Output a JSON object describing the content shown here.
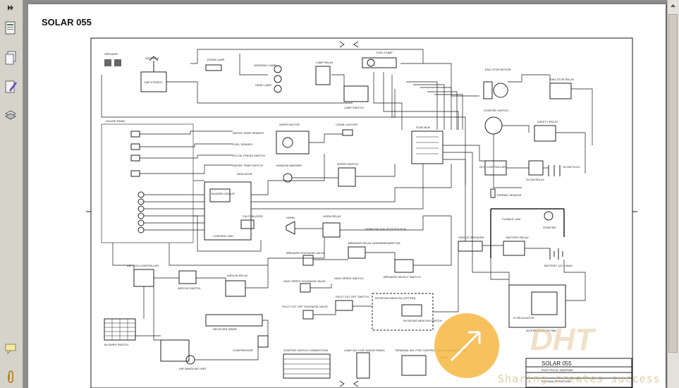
{
  "sidebar": {
    "items": [
      {
        "icon": "expand-arrows-icon"
      },
      {
        "icon": "pages-icon"
      },
      {
        "icon": "copy-icon"
      },
      {
        "icon": "signature-pen-icon"
      },
      {
        "icon": "layers-icon"
      },
      {
        "icon": "comment-icon"
      },
      {
        "icon": "attachment-icon"
      }
    ]
  },
  "document": {
    "title": "SOLAR 055"
  },
  "diagram": {
    "labels": {
      "speaker": "SPEAKER",
      "antenna": "ANTENNA",
      "car_stereo": "CAR STEREO",
      "room_lamp": "ROOM LAMP",
      "working_lamp": "WORKING LAMP",
      "head_lamp": "HEAD LAMP",
      "lamp_relay": "LAMP RELAY",
      "fuel_pump": "FUEL PUMP",
      "lamp_switch": "LAMP SWITCH",
      "eng_stop_motor": "ENG STOP MOTOR",
      "eng_stop_relay": "ENG STOP RELAY",
      "starter_switch": "STARTER SWITCH",
      "gauge_panel": "GAUGE PANEL",
      "wiper_motor": "WIPER MOTOR",
      "cigar_lighter": "CIGAR LIGHTER",
      "fuse_box": "FUSE BOX",
      "safety_relay": "SAFETY RELAY",
      "water_temp_sender": "WATER TEMP SENDER",
      "fuel_sender": "FUEL SENDER",
      "eo_press_switch": "E/O OIL PRESS SWITCH",
      "water_temp_switch": "WATER TEMP SWITCH",
      "indicator": "INDICATOR",
      "window_washer": "WINDOW WASHER",
      "wiper_switch": "WIPER SWITCH",
      "gcs_controller": "GCS CONTROLLER",
      "glow_plug": "GLOW PLUG",
      "glow_relay": "GLOW RELAY",
      "thermo_sensor": "THERMO SENSOR",
      "buzzer_circuit": "BUZZER CIRCUIT",
      "control_unit": "CONTROL UNIT",
      "pilot_buzzer": "PILOT BUZZER",
      "horn": "HORN",
      "horn_relay": "HORN RELAY",
      "horn_sw": "HORN SW (ON JOYSTICK R.H)",
      "breaker_relay": "BREAKER RELAY HORN/BREAKER SW",
      "breaker_solenoid": "BREAKER SOLENOID VALVE",
      "breaker_select_switch": "BREAKER SELECT SWITCH",
      "fusible_link": "FUSIBLE LINK",
      "starter": "STARTER",
      "circuit_breaker": "CIRCUIT BREAKER",
      "battery_relay": "BATTERY RELAY",
      "battery": "BATTERY 12V 100AH",
      "aircon_controller": "AIR CON CONTROLLER",
      "aircon_relay": "AIRCON RELAY",
      "aircon_switch": "AIRCON SWITCH",
      "high_speed_solenoid": "HIGH SPEED SOLENOID VALVE",
      "high_speed_switch": "HIGH SPEED SWITCH",
      "pilot_cut_off_solenoid": "PILOT CUT OFF SOLENOID VALVE",
      "pilot_cut_off_switch": "PILOT CUT OFF SWITCH",
      "rotating_beacon_option": "ROTATING BEACON (OPTION)",
      "rotating_beacon_switch": "ROTATING BEACON SWITCH",
      "ic_regulator": "IC REGULATOR",
      "alternator": "ALTERNATOR 12V 55A",
      "blower_switch": "BLOWER SWITCH",
      "receiver_drier": "RECEIVER DRIER",
      "compressor": "COMPRESSOR",
      "air_handling_unit": "AIR HANDLING UNIT",
      "starter_switch_connection": "STARTER SWITCH CONNECTION",
      "lamp_no_gauge_panel": "LAMP NO. FOR GAUGE PANEL",
      "terminal_no_control_unit": "TERMINAL NO. FOR CONTROL UNIT & GAUGE PANEL",
      "note": "NOTE",
      "title_block_name": "SOLAR 055",
      "title_block_desc": "ELECTRICAL DIAGRAM",
      "title_block_company": "DOOSAN INFRACORE"
    }
  },
  "watermark": {
    "logo_text": "DHT",
    "tagline": "Sharing creates success"
  },
  "colors": {
    "chrome": "#d6d3cb",
    "viewer_background": "#8c8c8c",
    "page": "#ffffff",
    "ink": "#1a1a1a",
    "watermark_orange": "#f5b53a"
  }
}
